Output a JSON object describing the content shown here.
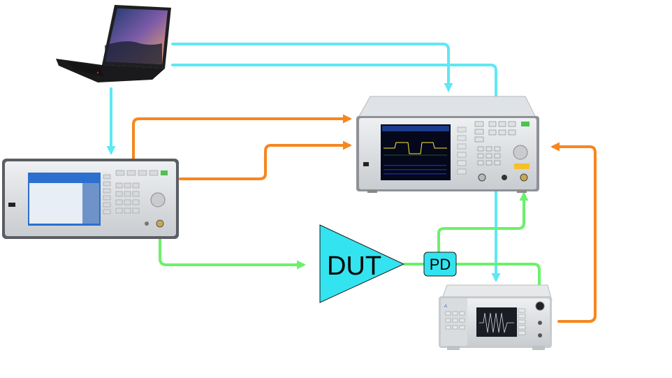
{
  "blocks": {
    "dut_label": "DUT",
    "pd_label": "PD"
  },
  "instruments": [
    {
      "id": "laptop",
      "icon": "laptop-icon"
    },
    {
      "id": "signal-generator",
      "icon": "signal-generator-icon"
    },
    {
      "id": "spectrum-analyzer",
      "icon": "spectrum-analyzer-icon"
    },
    {
      "id": "power-meter",
      "icon": "power-meter-icon"
    }
  ],
  "colors": {
    "control": "#5ee8f5",
    "reference": "#f7861e",
    "rf": "#6af26a",
    "dut_fill": "#33e3ef",
    "pd_fill": "#33e3ef"
  }
}
